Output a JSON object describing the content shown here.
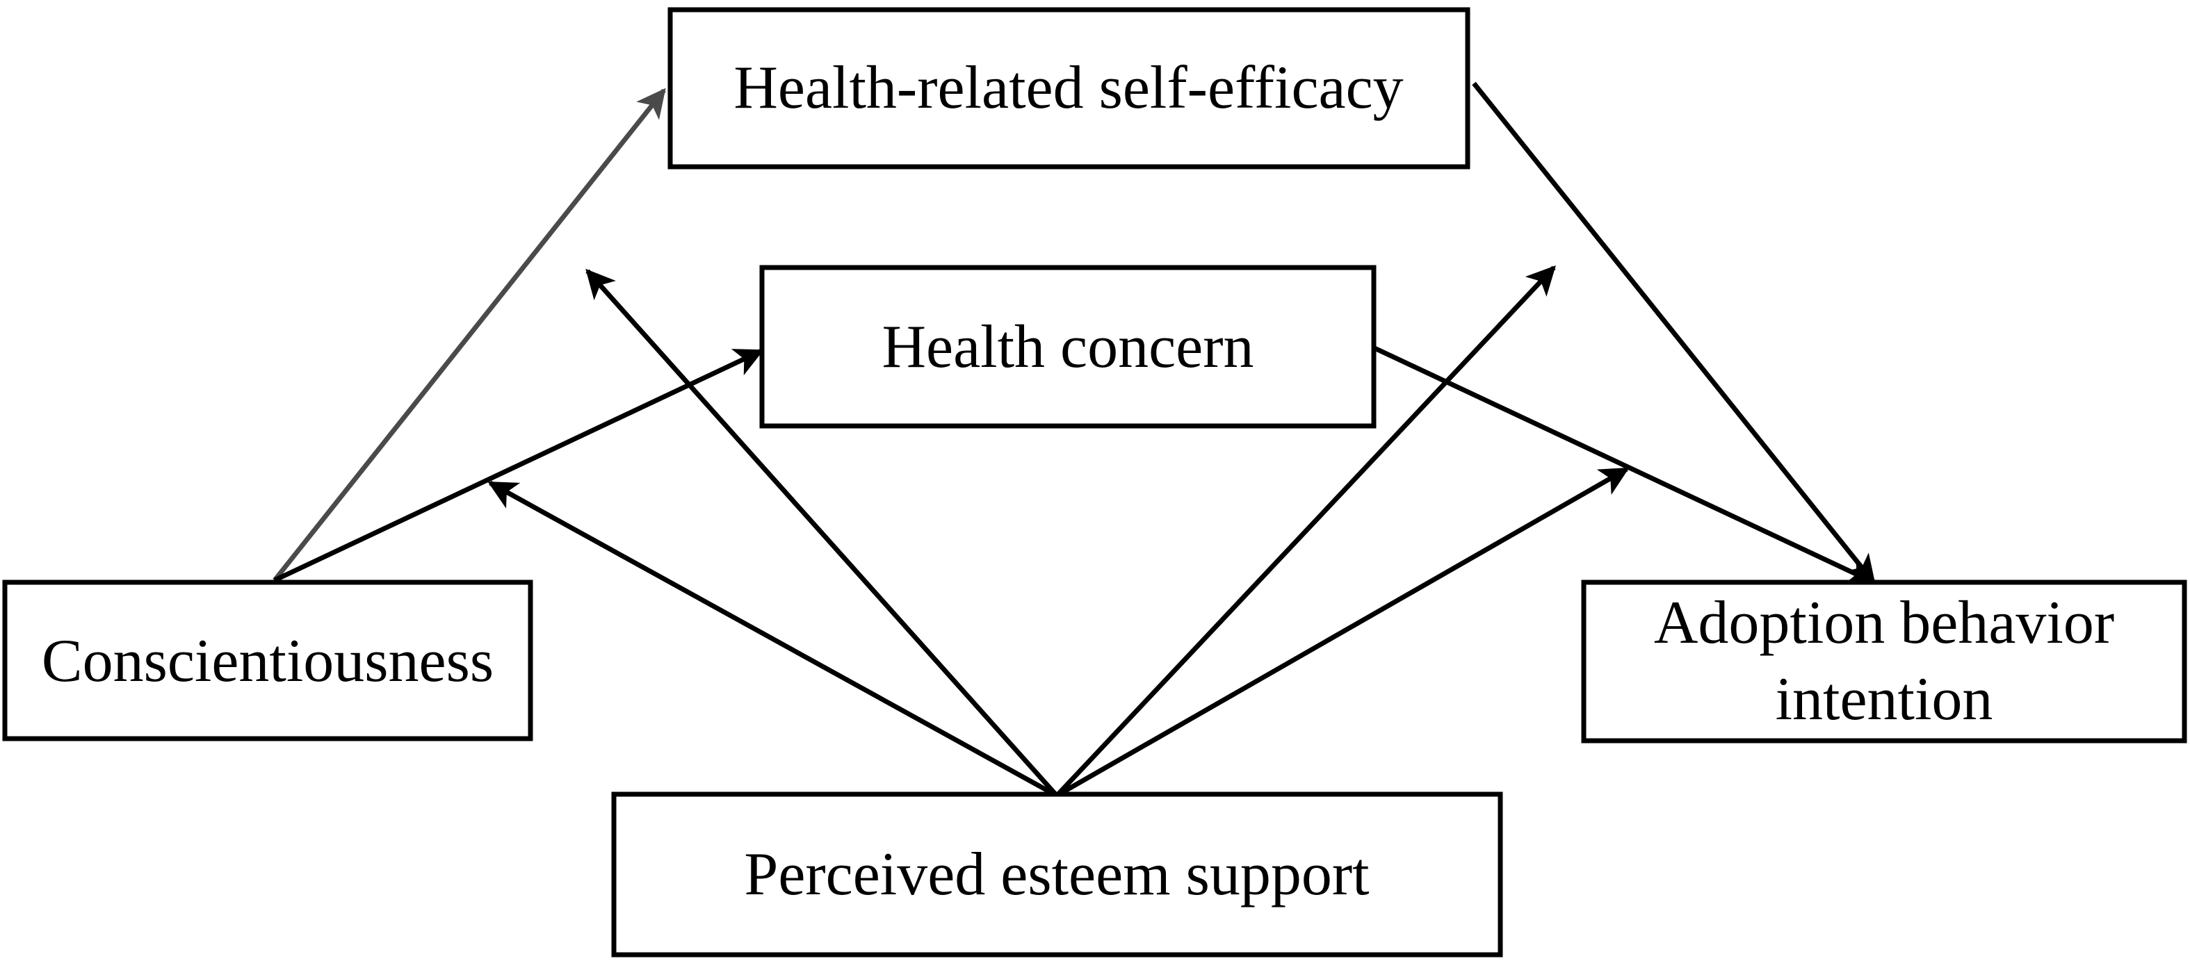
{
  "diagram": {
    "nodes": {
      "self_efficacy": {
        "label": "Health-related self-efficacy"
      },
      "health_concern": {
        "label": "Health concern"
      },
      "conscientiousness": {
        "label": "Conscientiousness"
      },
      "adoption": {
        "label_line1": "Adoption behavior",
        "label_line2": "intention"
      },
      "esteem_support": {
        "label": "Perceived esteem support"
      }
    },
    "edges": [
      {
        "from": "Conscientiousness",
        "to": "Health-related self-efficacy",
        "color": "#4a4a4a"
      },
      {
        "from": "Conscientiousness",
        "to": "Health concern",
        "color": "#000000"
      },
      {
        "from": "Health-related self-efficacy",
        "to": "Adoption behavior intention",
        "color": "#000000"
      },
      {
        "from": "Health concern",
        "to": "Adoption behavior intention",
        "color": "#000000"
      },
      {
        "from": "Perceived esteem support",
        "to": "Conscientiousness → Health-related self-efficacy",
        "color": "#000000"
      },
      {
        "from": "Perceived esteem support",
        "to": "Conscientiousness → Health concern",
        "color": "#000000"
      },
      {
        "from": "Perceived esteem support",
        "to": "Health-related self-efficacy → Adoption behavior intention",
        "color": "#000000"
      },
      {
        "from": "Perceived esteem support",
        "to": "Health concern → Adoption behavior intention",
        "color": "#000000"
      }
    ]
  }
}
